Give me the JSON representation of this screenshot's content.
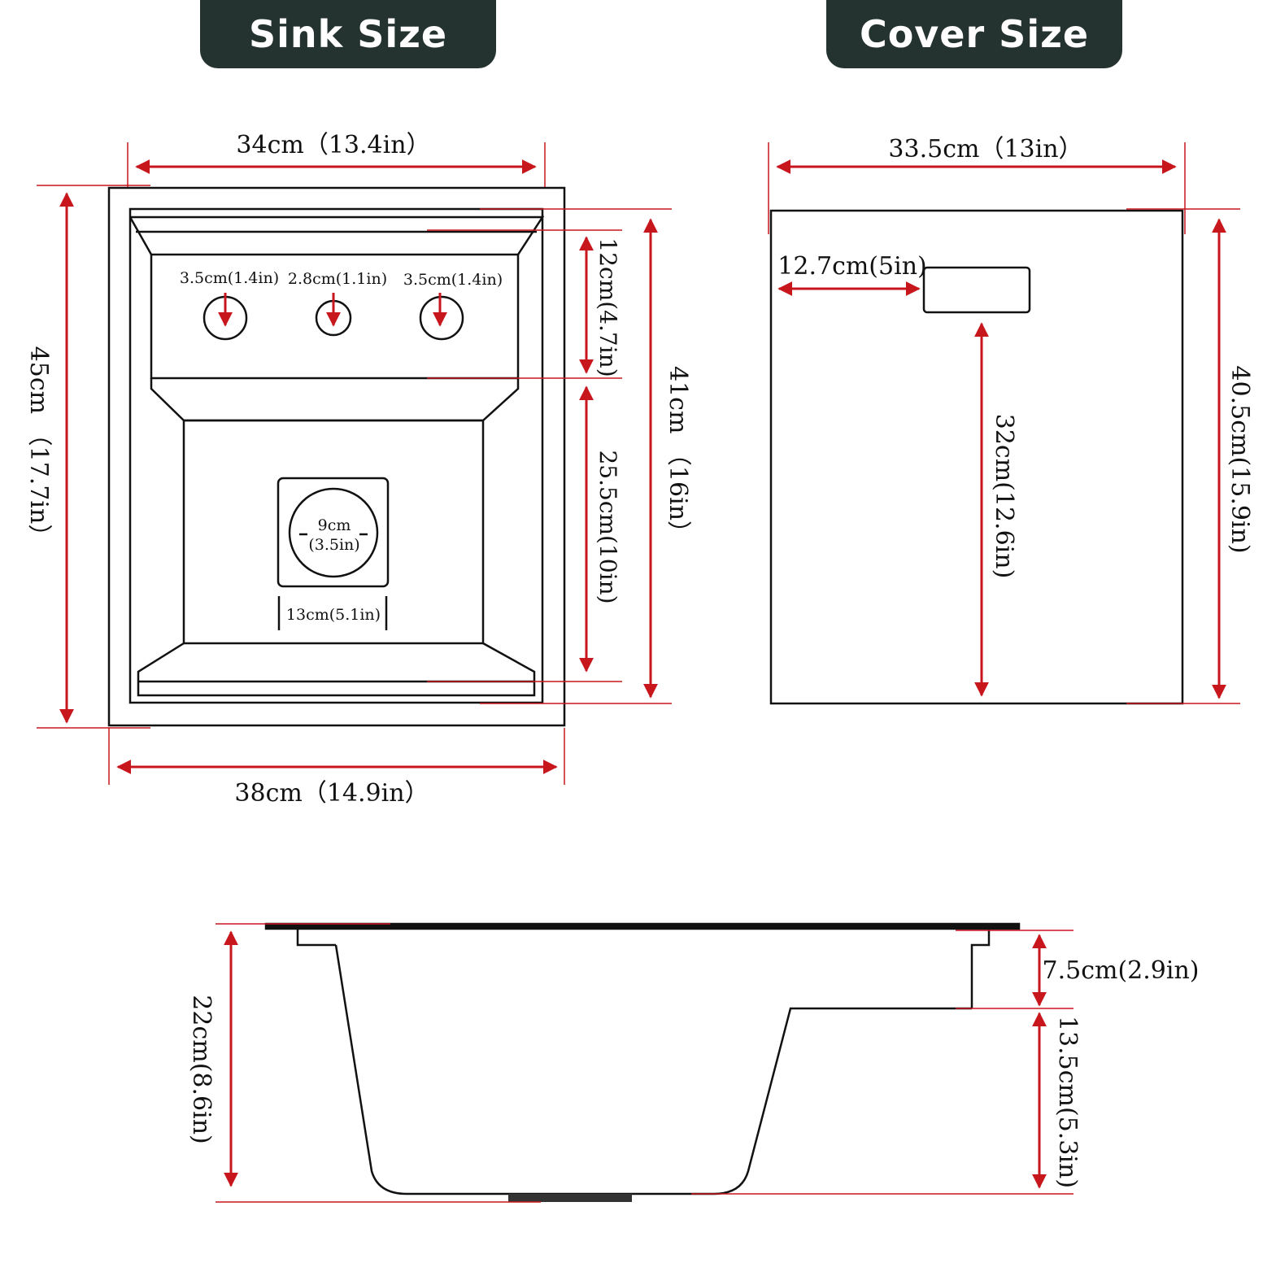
{
  "titles": {
    "sink": "Sink Size",
    "cover": "Cover Size"
  },
  "colors": {
    "title_bg": "#243330",
    "title_text": "#ffffff",
    "dimension_line": "#c8161d",
    "outline": "#111111"
  },
  "sink_top_view": {
    "inner_width": "34cm（13.4in）",
    "outer_width": "38cm（14.9in）",
    "outer_length": "45cm （17.7in）",
    "inner_length": "41cm （16in）",
    "shelf_depth": "12cm(4.7in)",
    "basin_length": "25.5cm(10in)",
    "hole_left": "3.5cm(1.4in)",
    "hole_middle": "2.8cm(1.1in)",
    "hole_right": "3.5cm(1.4in)",
    "drain_diameter_cm": "9cm",
    "drain_diameter_in": "(3.5in)",
    "drain_box_width": "13cm(5.1in)"
  },
  "cover_top_view": {
    "width": "33.5cm（13in）",
    "length": "40.5cm(15.9in)",
    "handle_offset": "12.7cm(5in)",
    "handle_to_edge": "32cm(12.6in)"
  },
  "side_view": {
    "total_depth": "22cm(8.6in)",
    "shelf_depth": "7.5cm(2.9in)",
    "basin_depth": "13.5cm(5.3in)"
  }
}
